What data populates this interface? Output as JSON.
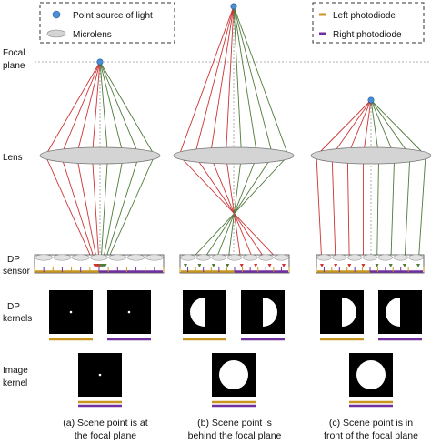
{
  "legend_left": {
    "point_source": "Point source of light",
    "microlens": "Microlens"
  },
  "legend_right": {
    "left_photodiode": "Left photodiode",
    "right_photodiode": "Right photodiode"
  },
  "row_labels": {
    "focal_plane_1": "Focal",
    "focal_plane_2": "plane",
    "lens": "Lens",
    "dp_sensor_1": "DP",
    "dp_sensor_2": "sensor",
    "dp_kernels_1": "DP",
    "dp_kernels_2": "kernels",
    "image_kernel_1": "Image",
    "image_kernel_2": "kernel"
  },
  "captions": [
    {
      "line1": "(a) Scene point is at",
      "line2": "the focal plane"
    },
    {
      "line1": "(b) Scene point is",
      "line2": "behind the focal plane"
    },
    {
      "line1": "(c) Scene point is in",
      "line2": "front of the focal plane"
    }
  ],
  "colors": {
    "point": "#4a8fd6",
    "left_ray": "#cc3333",
    "right_ray": "#4f7a3a",
    "left_photodiode": "#c8961e",
    "right_photodiode": "#7030a0",
    "lens_fill": "#d4d4d4",
    "kernel_bg": "#000000",
    "kernel_fg": "#ffffff"
  }
}
